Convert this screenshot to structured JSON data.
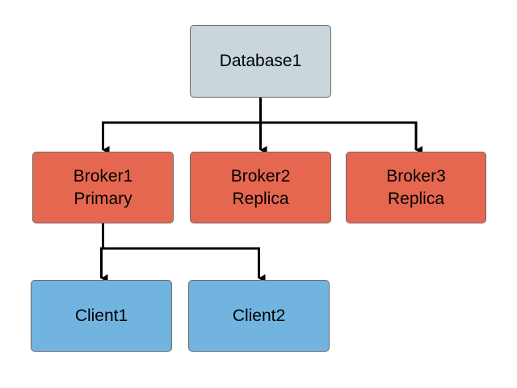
{
  "colors": {
    "database": "#c9d6dc",
    "broker": "#e6674f",
    "client": "#72b4e0",
    "connector": "#000000",
    "border": "#6b6b6b"
  },
  "nodes": {
    "database1": {
      "lines": [
        "Database1"
      ]
    },
    "broker1": {
      "lines": [
        "Broker1",
        "Primary"
      ]
    },
    "broker2": {
      "lines": [
        "Broker2",
        "Replica"
      ]
    },
    "broker3": {
      "lines": [
        "Broker3",
        "Replica"
      ]
    },
    "client1": {
      "lines": [
        "Client1"
      ]
    },
    "client2": {
      "lines": [
        "Client2"
      ]
    }
  },
  "edges": [
    {
      "from": "database1",
      "to": "broker1"
    },
    {
      "from": "database1",
      "to": "broker2"
    },
    {
      "from": "database1",
      "to": "broker3"
    },
    {
      "from": "broker1",
      "to": "client1"
    },
    {
      "from": "broker1",
      "to": "client2"
    }
  ]
}
